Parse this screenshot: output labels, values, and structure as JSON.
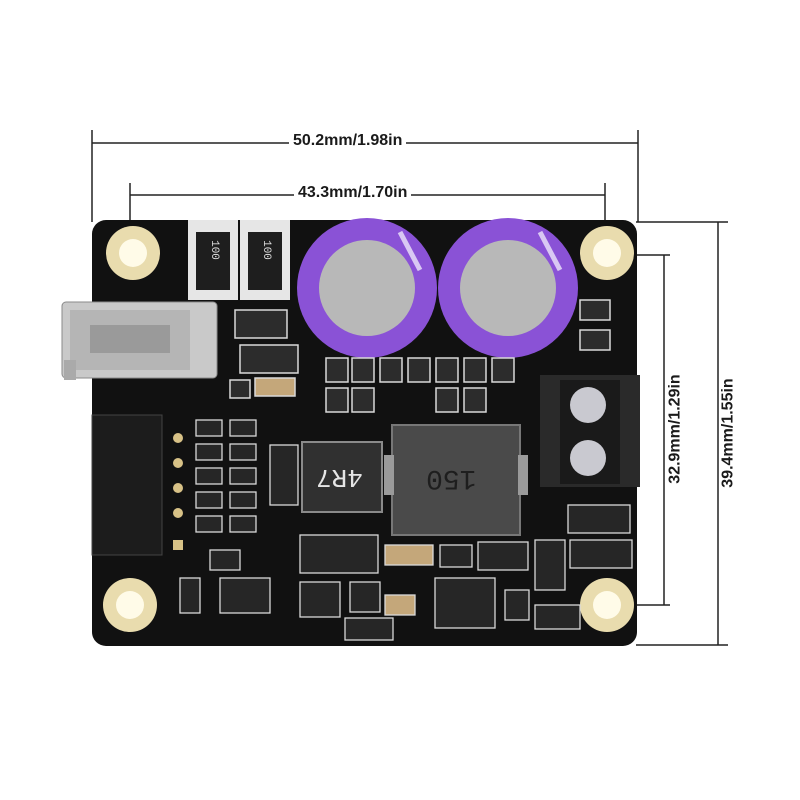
{
  "dimensions": {
    "total_width": "50.2mm/1.98in",
    "hole_spacing_width": "43.3mm/1.70in",
    "hole_spacing_height": "32.9mm/1.29in",
    "total_height": "39.4mm/1.55in"
  },
  "components": {
    "inductor_small_marking": "4R7",
    "inductor_large_marking": "150",
    "sot_marking_1": "100",
    "sot_marking_2": "100"
  },
  "colors": {
    "pcb": "#111111",
    "capacitor": "#8a52d6",
    "pad": "#e8d9a8",
    "terminal": "#2a2a2a"
  }
}
